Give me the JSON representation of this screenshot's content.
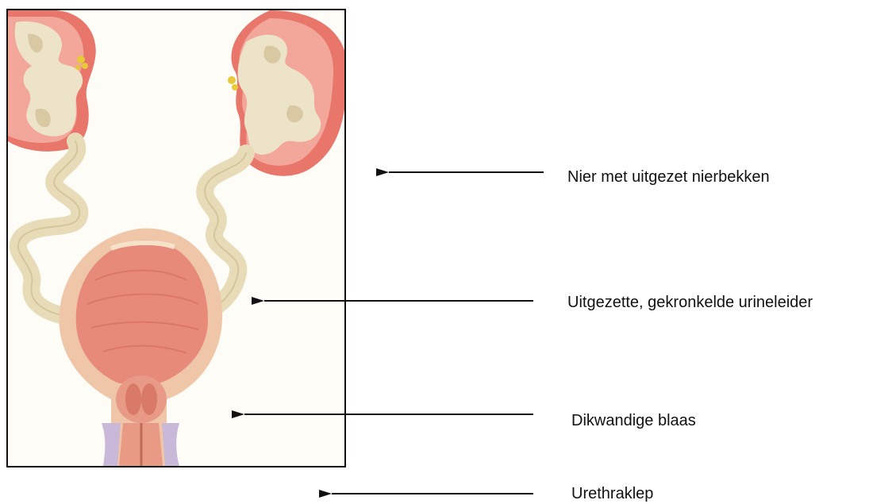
{
  "labels": {
    "kidney": "Nier met uitgezet nierbekken",
    "ureter": "Uitgezette, gekronkelde urineleider",
    "bladder": "Dikwandige blaas",
    "valve": "Urethraklep"
  },
  "colors": {
    "kidney_cortex": "#e8766b",
    "kidney_medulla": "#f2a79a",
    "pelvis": "#ede3c8",
    "ureter": "#e8dcb8",
    "bladder_inner": "#e88a7a",
    "bladder_wall": "#efc7a8",
    "fat": "#e8c93a",
    "urethra": "#c9b8d8"
  }
}
